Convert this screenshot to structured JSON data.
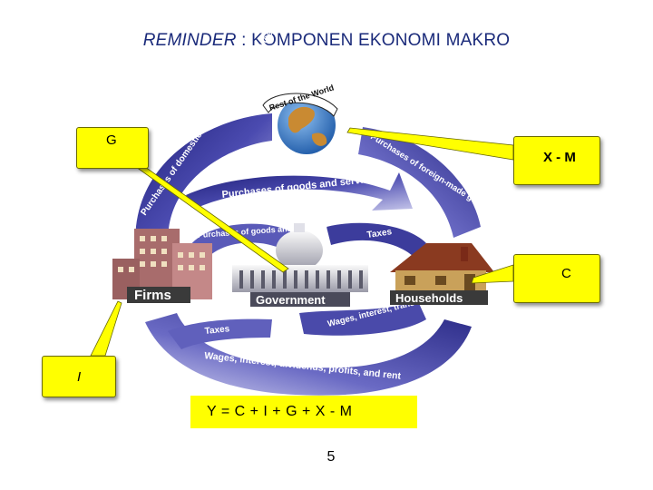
{
  "title": {
    "prefix": "REMINDER",
    "rest": " : KOMPONEN EKONOMI MAKRO"
  },
  "callouts": {
    "g": "G",
    "xm": "X - M",
    "c": "C",
    "i": "I"
  },
  "formula": "Y = C + I + G + X - M",
  "page_number": "5",
  "diagram": {
    "rest_of_world": "Rest of the World",
    "firms": "Firms",
    "government": "Government",
    "households": "Households",
    "flows": {
      "exports": "Purchases of domestically made goods and services by foreigners (exports)",
      "imports": "Purchases of foreign-made goods and services (imports)",
      "purchases_top": "Purchases of goods and services",
      "gov_purchases": "Purchases of goods and services",
      "taxes_households": "Taxes",
      "taxes_firms": "Taxes",
      "transfers": "Wages, interest, transfer payments",
      "factor_income": "Wages, interest, dividends, profits, and rent"
    },
    "colors": {
      "callout": "#ffff00",
      "arrow_dark": "#2e2e8a",
      "arrow_light": "#9a9ad6",
      "globe_ocean": "#3a78c8",
      "globe_land": "#c98a32",
      "firms_building": "#b07a7a",
      "households_house": "#c9a15a",
      "government_building": "#e8e8ee"
    }
  }
}
